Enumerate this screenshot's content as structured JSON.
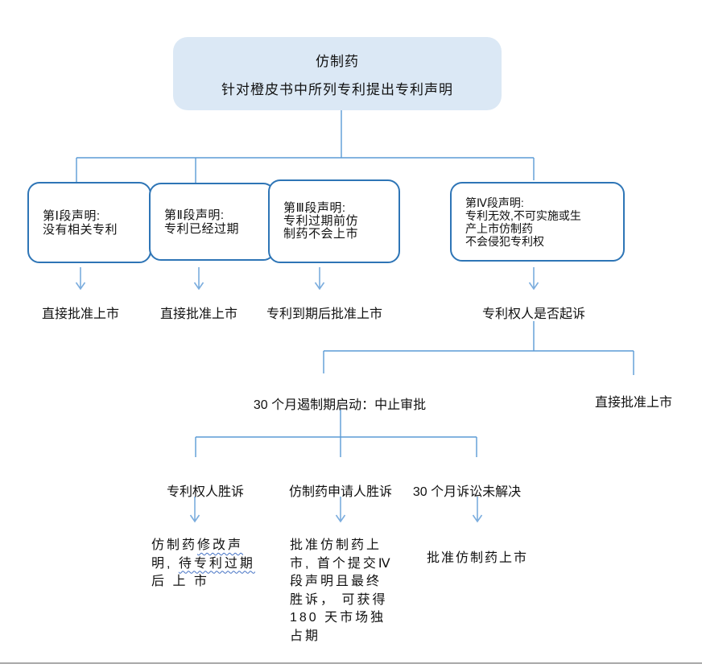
{
  "colors": {
    "box-fill": "#dbe8f5",
    "box-border": "#2e75b6",
    "connector": "#5b9bd5",
    "arrow": "#7badde",
    "squiggle": "#4472c4",
    "divider": "#a8a8a8",
    "text": "#111111"
  },
  "root_box": {
    "line1": "仿制药",
    "line2": "针对橙皮书中所列专利提出专利声明"
  },
  "statements": [
    {
      "lines": [
        "第Ⅰ段声明:",
        "没有相关专利"
      ]
    },
    {
      "lines": [
        "第Ⅱ段声明:",
        "专利已经过期"
      ]
    },
    {
      "lines": [
        "第Ⅲ段声明:",
        "专利过期前仿",
        "制药不会上市"
      ]
    },
    {
      "lines": [
        "第Ⅳ段声明:",
        "专利无效,不可实施或生",
        "产上市仿制药",
        "不会侵犯专利权"
      ]
    }
  ],
  "outcomes": [
    "直接批准上市",
    "直接批准上市",
    "专利到期后批准上市",
    "专利权人是否起诉"
  ],
  "litigation": {
    "stay_label": "30 个月遏制期启动：中止审批",
    "no_suit_label": "直接批准上市",
    "branches": [
      "专利权人胜诉",
      "仿制药申请人胜诉",
      "30 个月诉讼未解决"
    ],
    "results": {
      "patent_holder_wins": {
        "line1_plain": "仿制药",
        "line1_wavy": "修改声",
        "line2_plain": "明, ",
        "line2_wavy": "待专利过期",
        "line3": "后 上 市"
      },
      "applicant_wins": {
        "lines": [
          "批准仿制药上",
          "市, 首个提交Ⅳ",
          "段声明且最终",
          "胜诉， 可获得",
          "180 天市场独",
          "占期"
        ]
      },
      "unresolved": "批准仿制药上市"
    }
  }
}
